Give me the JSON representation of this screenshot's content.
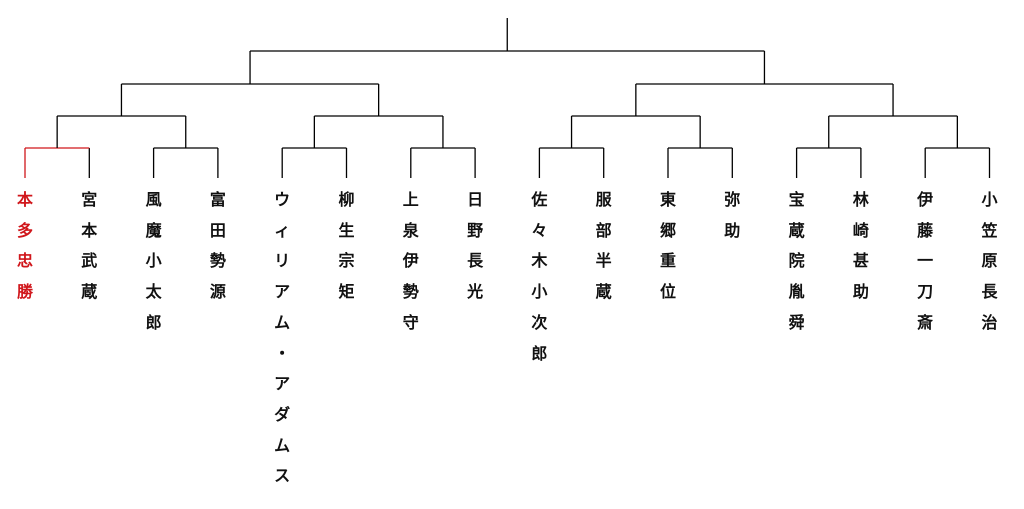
{
  "colors": {
    "line": "#000000",
    "highlight": "#d0161b",
    "text": "#111111"
  },
  "participants": [
    {
      "name": "本多忠勝",
      "highlight": true
    },
    {
      "name": "宮本武蔵",
      "highlight": false
    },
    {
      "name": "風魔小太郎",
      "highlight": false
    },
    {
      "name": "富田勢源",
      "highlight": false
    },
    {
      "name": "ウィリアム・アダムス",
      "highlight": false
    },
    {
      "name": "柳生宗矩",
      "highlight": false
    },
    {
      "name": "上泉伊勢守",
      "highlight": false
    },
    {
      "name": "日野長光",
      "highlight": false
    },
    {
      "name": "佐々木小次郎",
      "highlight": false
    },
    {
      "name": "服部半蔵",
      "highlight": false
    },
    {
      "name": "東郷重位",
      "highlight": false
    },
    {
      "name": "弥助",
      "highlight": false
    },
    {
      "name": "宝蔵院胤舜",
      "highlight": false
    },
    {
      "name": "林崎甚助",
      "highlight": false
    },
    {
      "name": "伊藤一刀斎",
      "highlight": false
    },
    {
      "name": "小笠原長治",
      "highlight": false
    }
  ]
}
